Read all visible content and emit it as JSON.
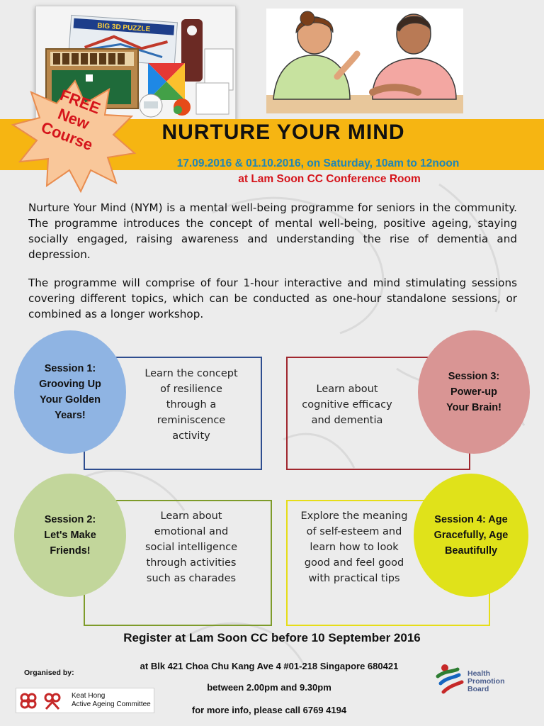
{
  "badge": {
    "line1": "FREE",
    "line2": "New",
    "line3": "Course"
  },
  "header": {
    "title": "NURTURE YOUR MIND",
    "dates": "17.09.2016 & 01.10.2016, on Saturday, 10am to 12noon",
    "venue": "at Lam Soon CC Conference Room"
  },
  "intro": {
    "paragraph1": "Nurture Your Mind (NYM) is a mental well-being programme for seniors in the community. The programme introduces the concept of mental well-being, positive ageing, staying socially engaged, raising awareness and understanding the rise of dementia and depression.",
    "paragraph2": "The programme will comprise of four 1-hour interactive and mind stimulating sessions covering different topics, which can be conducted as one-hour standalone sessions, or combined as a longer workshop."
  },
  "sessions": [
    {
      "title": "Session 1: Grooving Up Your Golden Years!",
      "description": "Learn the concept of resilience through a reminiscence activity",
      "color": "#8fb4e3"
    },
    {
      "title": "Session 3: Power-up Your Brain!",
      "description": "Learn about cognitive efficacy and dementia",
      "color": "#d99594"
    },
    {
      "title": "Session 2: Let's Make Friends!",
      "description": "Learn about emotional and social intelligence through activities such as charades",
      "color": "#c2d69b"
    },
    {
      "title": "Session 4: Age Gracefully, Age Beautifully",
      "description": "Explore the meaning of self-esteem and learn how to look good and feel good with practical tips",
      "color": "#e0e21a"
    }
  ],
  "footer": {
    "register": "Register at Lam Soon CC before 10 September 2016",
    "address": "at Blk 421 Choa Chu Kang Ave 4 #01-218 Singapore 680421",
    "hours": "between 2.00pm and 9.30pm",
    "info": "for more info, please call 6769 4194",
    "organised_by": "Organised by:",
    "organiser_line1": "Keat Hong",
    "organiser_line2": "Active Ageing Committee",
    "hpb_line1": "Health",
    "hpb_line2": "Promotion",
    "hpb_line3": "Board"
  },
  "photo_puzzle": {
    "box_label": "BIG 3D PUZZLE"
  },
  "theme": {
    "banner": "#f6b512",
    "accent_blue": "#1f86b6",
    "accent_red": "#d5141b"
  }
}
